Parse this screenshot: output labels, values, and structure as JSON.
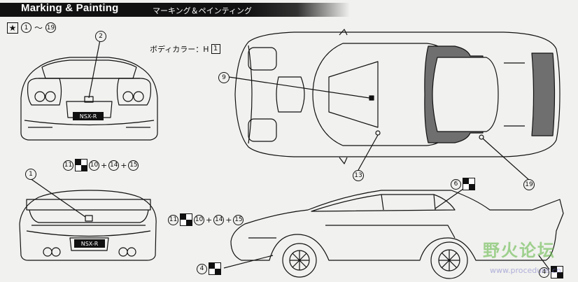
{
  "header": {
    "title": "Marking & Painting",
    "subtitle": "マーキング＆ペインティング"
  },
  "steps": {
    "star_glyph": "★",
    "range_from": "1",
    "range_sep": "～",
    "range_to": "19"
  },
  "body_color": {
    "label": "ボディカラー：H",
    "code": "1"
  },
  "callouts": {
    "c1": "1",
    "c2": "2",
    "c4a": "4",
    "c4b": "4",
    "c6": "6",
    "c9": "9",
    "c10a": "10",
    "c10b": "10",
    "c11a": "11",
    "c11b": "11",
    "c13": "13",
    "c14a": "14",
    "c14b": "14",
    "c15a": "15",
    "c15b": "15",
    "c19": "19",
    "plus": "+"
  },
  "plates": {
    "front": "NSX-R",
    "rear": "NSX-R"
  },
  "watermark": {
    "text": "野火论坛",
    "url": "www.procedure.cn"
  },
  "colors": {
    "ink": "#111111",
    "paper": "#f1f1ef",
    "roof_panel": "#6f6f6f"
  }
}
